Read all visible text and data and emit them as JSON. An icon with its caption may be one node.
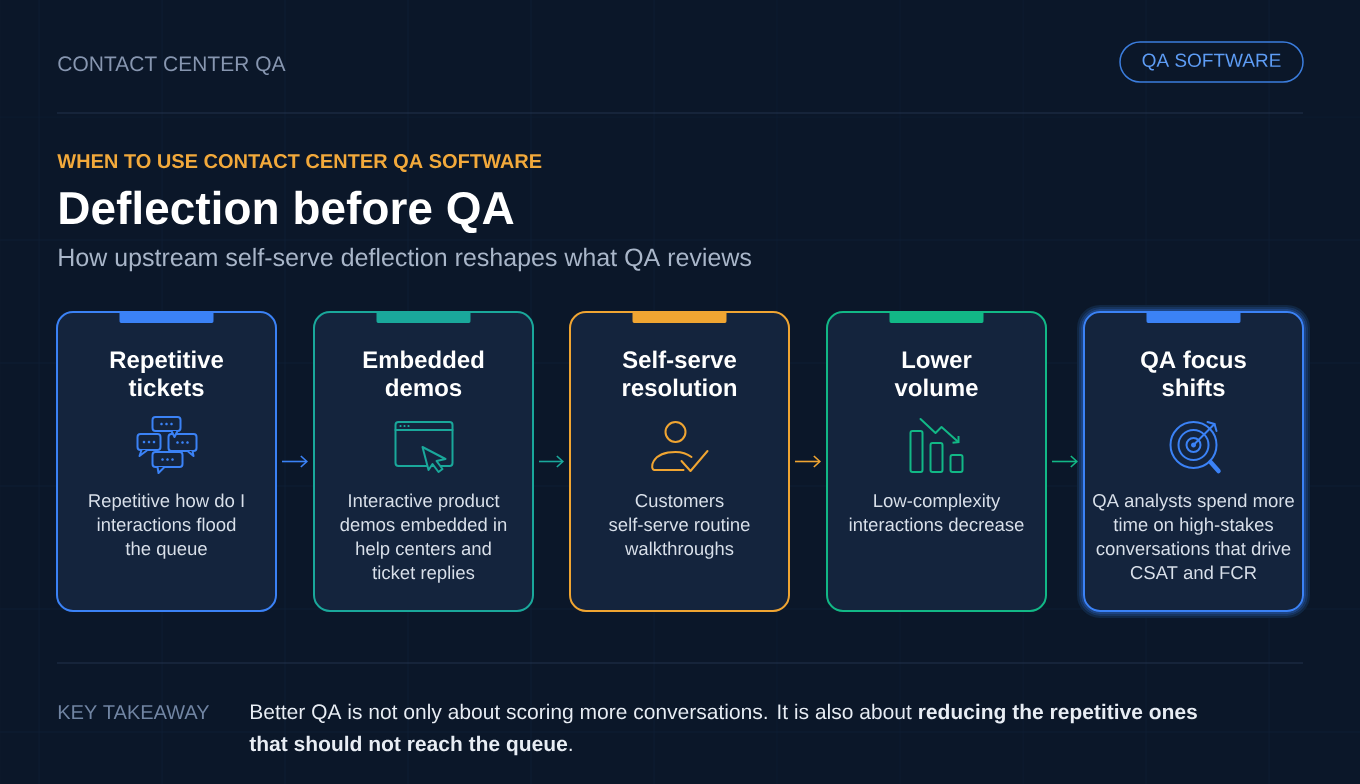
{
  "diagram": {
    "title": "Deflection before QA",
    "nodes": [
      {
        "text": [
          "QA SOFTWARE"
        ]
      },
      {
        "text": [
          "Repetitive tickets",
          "Repetitive how do I interactions flood the queue"
        ]
      },
      {
        "text": [
          "Embedded demos",
          "Interactive product demos embedded in help centers and ticket replies"
        ]
      },
      {
        "text": [
          "Self-serve resolution",
          "Customers self-serve routine walkthroughs"
        ]
      },
      {
        "text": [
          "Lower volume",
          "Low-complexity interactions decrease"
        ]
      },
      {
        "text": [
          "QA focus shifts",
          "QA analysts spend more time on high-stakes conversations that drive CSAT and FCR"
        ]
      }
    ],
    "edges": [
      {
        "from": 1,
        "to": 2,
        "arrow": "to",
        "color": "#3b82f6"
      },
      {
        "from": 2,
        "to": 3,
        "arrow": "to",
        "color": "#1aa89b"
      },
      {
        "from": 3,
        "to": 4,
        "arrow": "to",
        "color": "#f0a532"
      },
      {
        "from": 4,
        "to": 5,
        "arrow": "to",
        "color": "#12b886"
      }
    ],
    "labels": [
      "CONTACT CENTER QA",
      "WHEN TO USE CONTACT CENTER QA SOFTWARE",
      "How upstream self-serve deflection reshapes what QA reviews",
      "KEY TAKEAWAY",
      "Better QA is not only about scoring more conversations. It is also about **reducing the repetitive ones that should not reach the queue**."
    ]
  }
}
